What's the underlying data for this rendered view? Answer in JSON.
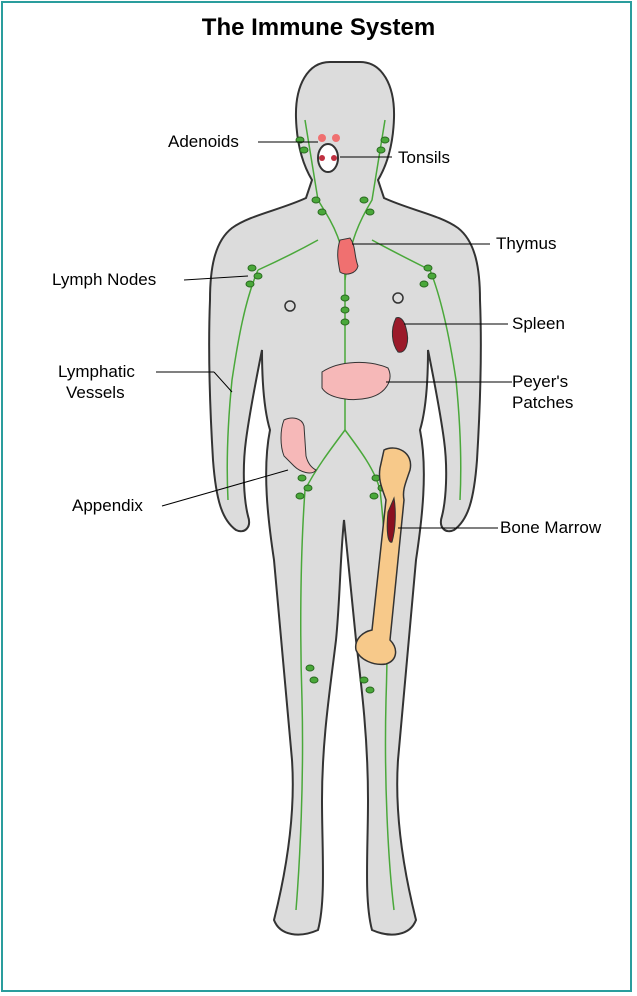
{
  "diagram": {
    "title": "The Immune System",
    "labels": {
      "adenoids": "Adenoids",
      "tonsils": "Tonsils",
      "thymus": "Thymus",
      "lymph_nodes": "Lymph Nodes",
      "spleen": "Spleen",
      "lymphatic_vessels_line1": "Lymphatic",
      "lymphatic_vessels_line2": "Vessels",
      "peyers_patches_line1": "Peyer's",
      "peyers_patches_line2": "Patches",
      "appendix": "Appendix",
      "bone_marrow": "Bone Marrow"
    },
    "colors": {
      "frame": "#2a9d9d",
      "body_fill": "#dcdcdc",
      "lymph": "#4aa83a",
      "thymus": "#f07070",
      "spleen": "#9b1a2a",
      "peyers": "#f6b8b8",
      "appendix": "#f6b8b8",
      "bone": "#f7c98a",
      "marrow": "#8a1020"
    }
  }
}
